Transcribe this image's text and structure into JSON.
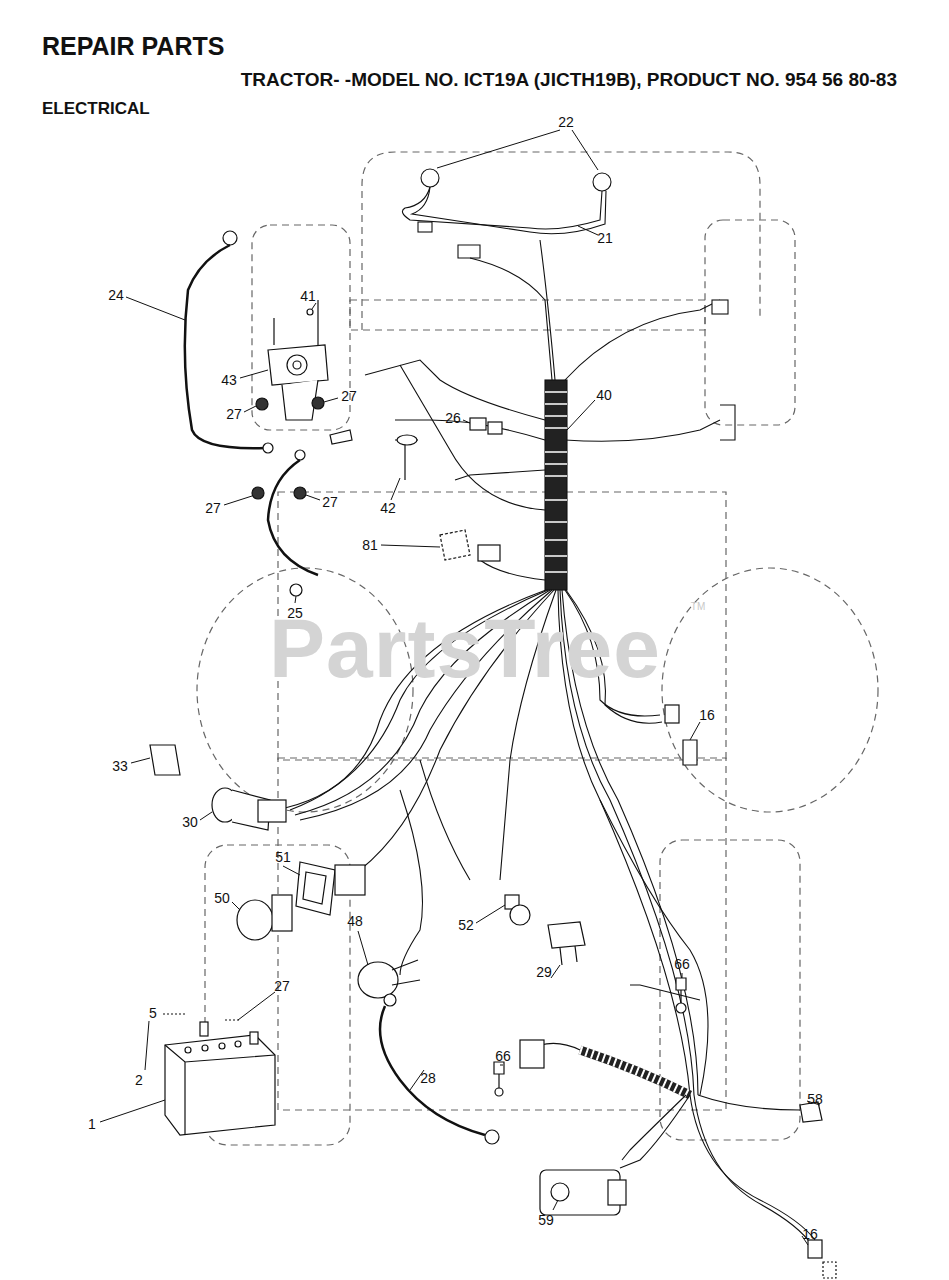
{
  "diagram": {
    "title": "REPAIR PARTS",
    "labels": [
      "TRACTOR- -MODEL NO. ICT19A (JICTH19B), PRODUCT NO. 954 56 80-83",
      "ELECTRICAL",
      "22",
      "21",
      "24",
      "41",
      "43",
      "27",
      "27",
      "40",
      "26",
      "27",
      "27",
      "42",
      "81",
      "25",
      "PartsTree",
      "TM",
      "16",
      "33",
      "30",
      "51",
      "50",
      "48",
      "52",
      "27",
      "5",
      "2",
      "1",
      "66",
      "29",
      "28",
      "66",
      "58",
      "59",
      "16"
    ]
  }
}
